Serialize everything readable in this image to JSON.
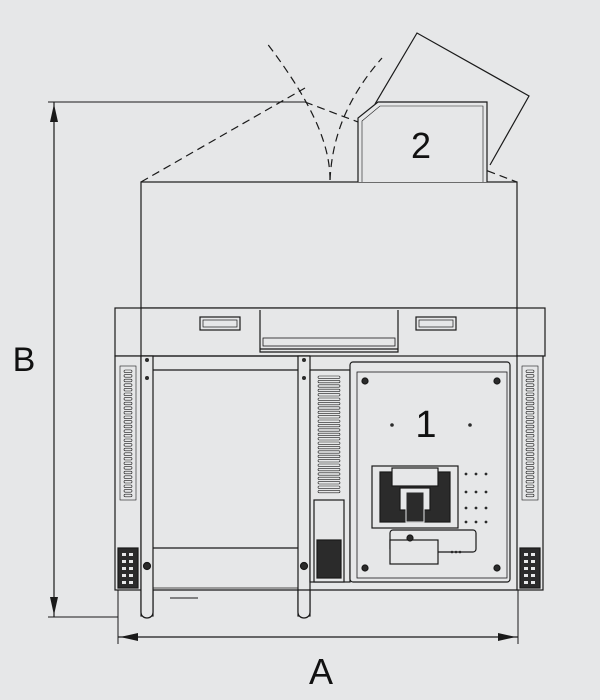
{
  "colors": {
    "background": "#e6e7e8",
    "line": "#1a1a1a",
    "fill_light": "#e6e7e8",
    "fill_dark": "#2b2b2b"
  },
  "labels": {
    "dimension_a": "A",
    "dimension_b": "B",
    "part_1": "1",
    "part_2": "2"
  }
}
